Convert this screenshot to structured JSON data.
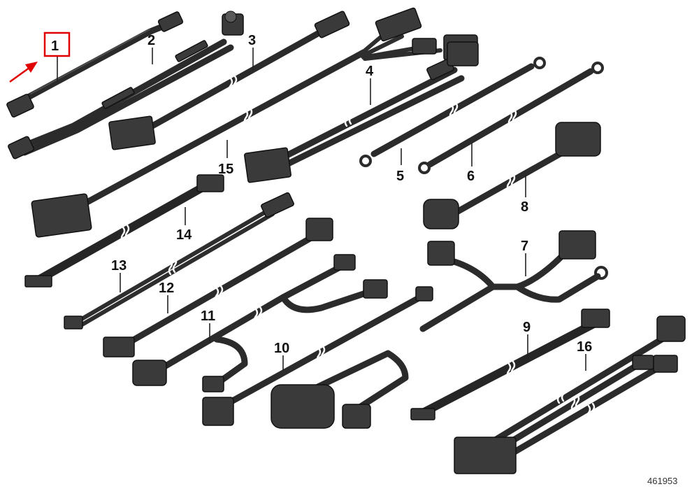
{
  "diagram": {
    "sheet_number": "461953",
    "highlighted_part": "1",
    "parts": [
      {
        "id": "p1",
        "label": "1"
      },
      {
        "id": "p2",
        "label": "2"
      },
      {
        "id": "p3",
        "label": "3"
      },
      {
        "id": "p4",
        "label": "4"
      },
      {
        "id": "p5",
        "label": "5"
      },
      {
        "id": "p6",
        "label": "6"
      },
      {
        "id": "p7",
        "label": "7"
      },
      {
        "id": "p8",
        "label": "8"
      },
      {
        "id": "p9",
        "label": "9"
      },
      {
        "id": "p10",
        "label": "10"
      },
      {
        "id": "p11",
        "label": "11"
      },
      {
        "id": "p12",
        "label": "12"
      },
      {
        "id": "p13",
        "label": "13"
      },
      {
        "id": "p14",
        "label": "14"
      },
      {
        "id": "p15",
        "label": "15"
      },
      {
        "id": "p16",
        "label": "16"
      }
    ],
    "colors": {
      "highlight": "#e00000",
      "cable": "#2b2b2b",
      "connector": "#3a3a3a"
    }
  }
}
